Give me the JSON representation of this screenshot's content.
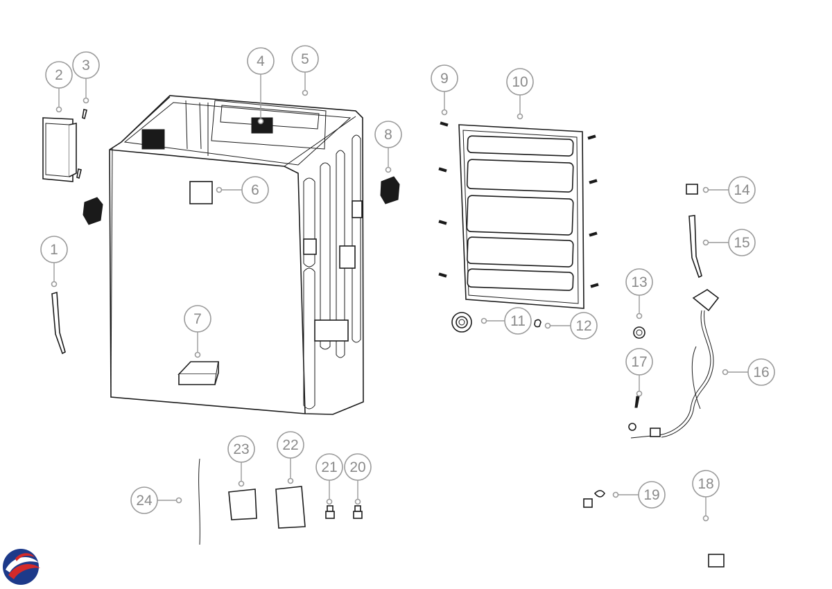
{
  "diagram": {
    "callouts": [
      "1",
      "2",
      "3",
      "4",
      "5",
      "6",
      "7",
      "8",
      "9",
      "10",
      "11",
      "12",
      "13",
      "14",
      "15",
      "16",
      "17",
      "18",
      "19",
      "20",
      "21",
      "22",
      "23",
      "24"
    ],
    "parts": [
      "cable-tie-left",
      "control-box",
      "screw-small-3",
      "top-label",
      "cabinet-frame",
      "cabinet-label-6",
      "instruction-box-7",
      "bracket-right",
      "screw-9",
      "back-panel",
      "drain-cap",
      "hose-clip",
      "washer-ring",
      "clip-14",
      "cable-tie-15",
      "power-cord",
      "screw-17",
      "drain-hose",
      "hose-clamp",
      "bolt-20",
      "bolt-21",
      "manual",
      "accessory-bag",
      "wire-strip"
    ]
  },
  "brand": {
    "logo": "brand-logo",
    "colors": {
      "blue": "#1d3a8a",
      "red": "#d42a2a"
    }
  },
  "style": {
    "callout_stroke": "#9a9a9a",
    "callout_text": "#8a8a8a",
    "line_art": "#1a1a1a"
  }
}
